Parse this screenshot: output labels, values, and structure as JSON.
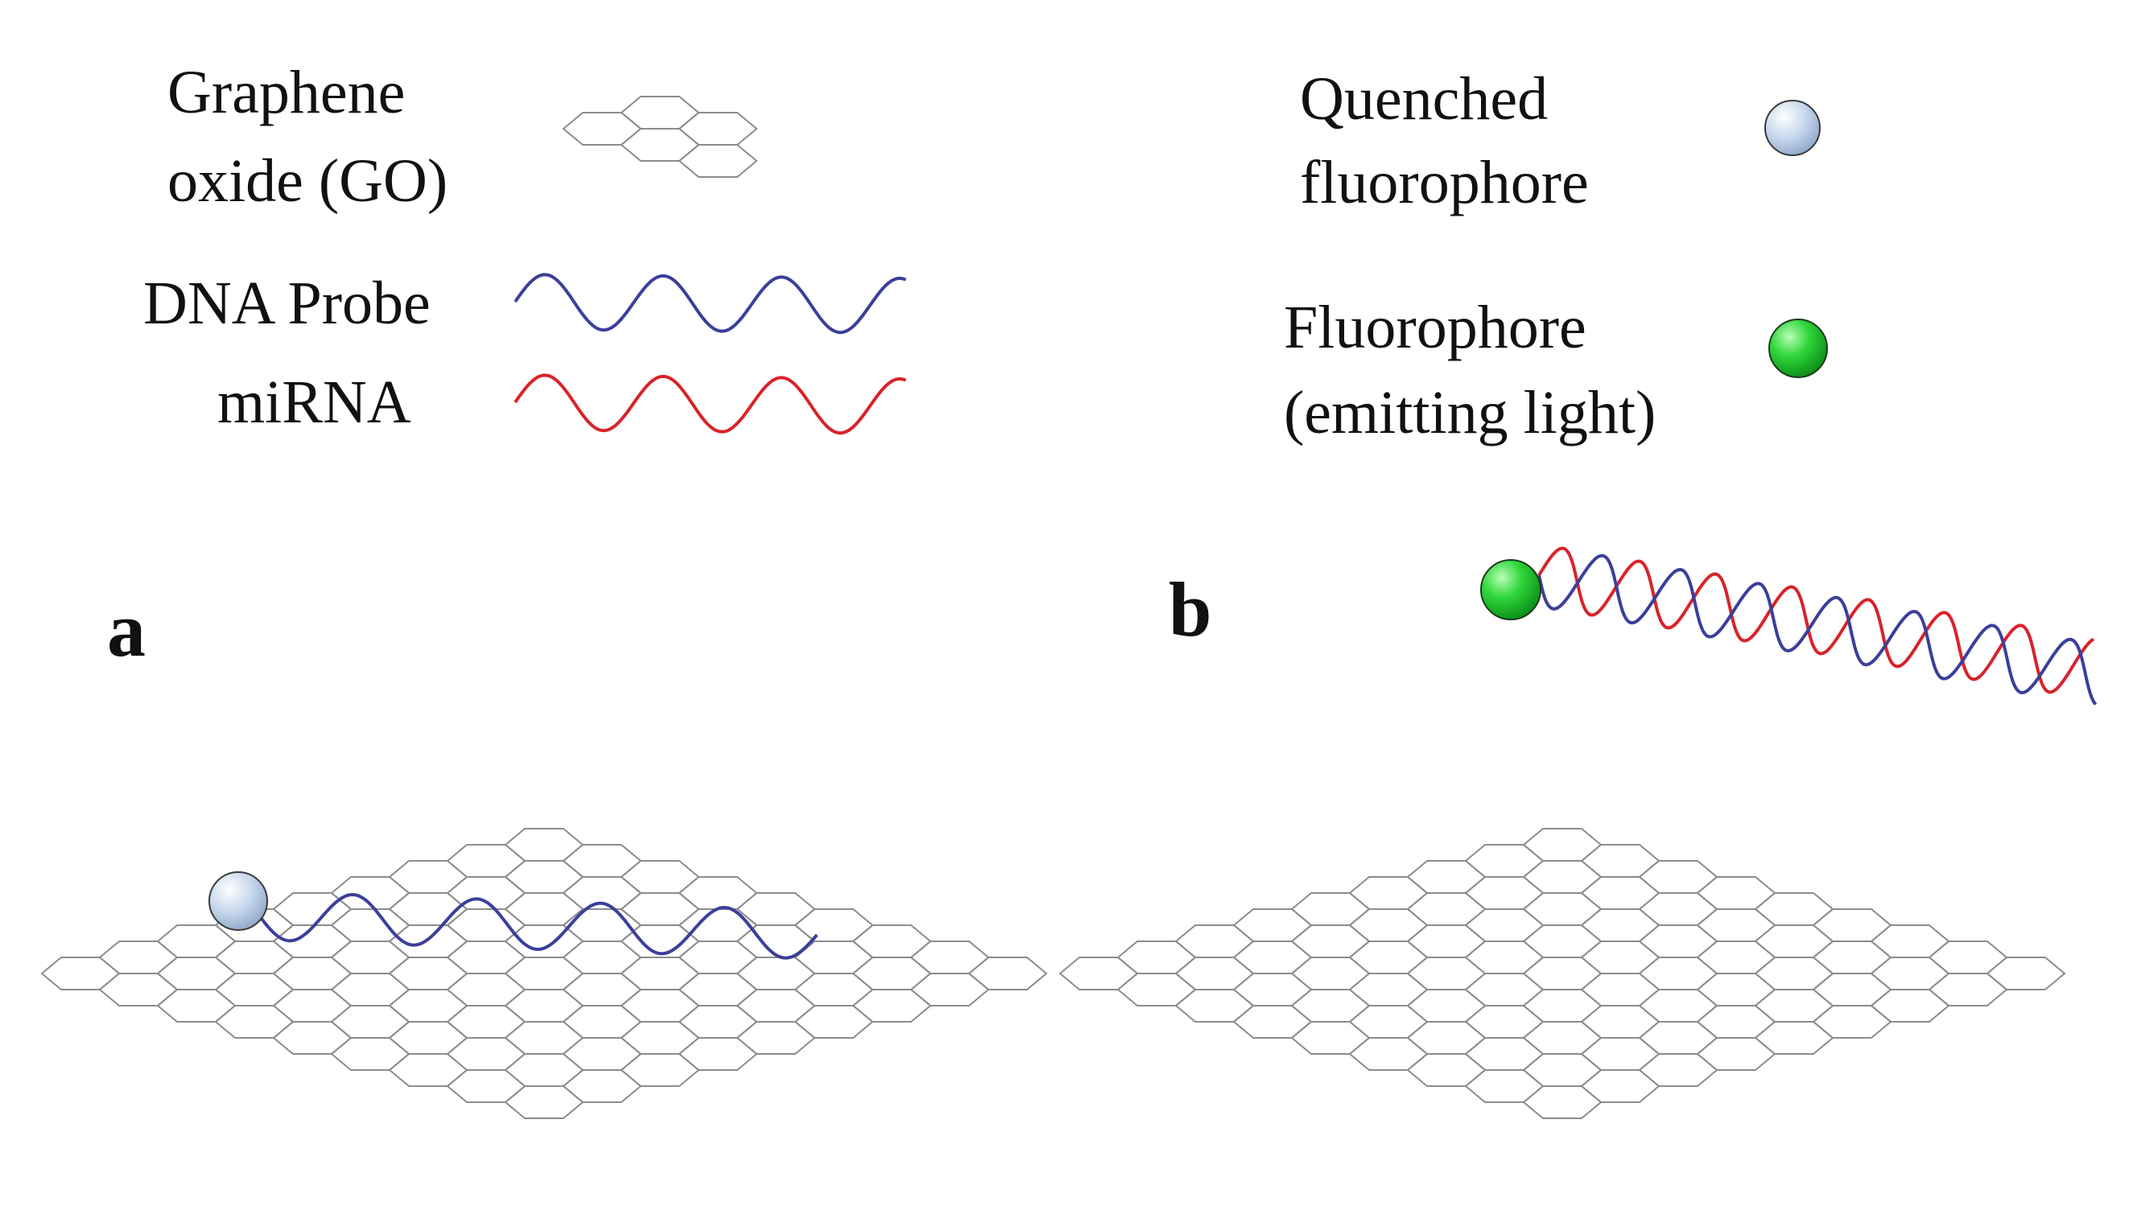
{
  "legend": {
    "graphene": {
      "line1": "Graphene",
      "line2": "oxide (GO)"
    },
    "dna_probe": "DNA Probe",
    "mirna": "miRNA",
    "quenched": {
      "line1": "Quenched",
      "line2": "fluorophore"
    },
    "fluorophore": {
      "line1": "Fluorophore",
      "line2": "(emitting light)"
    }
  },
  "panels": {
    "a": "a",
    "b": "b"
  },
  "colors": {
    "dna_probe": "#3b3f9a",
    "mirna": "#d8232a",
    "graphene_line": "#8c8c8c",
    "quenched_fluorophore": "#b9cde6",
    "emitting_fluorophore": "#1fbf2c"
  }
}
